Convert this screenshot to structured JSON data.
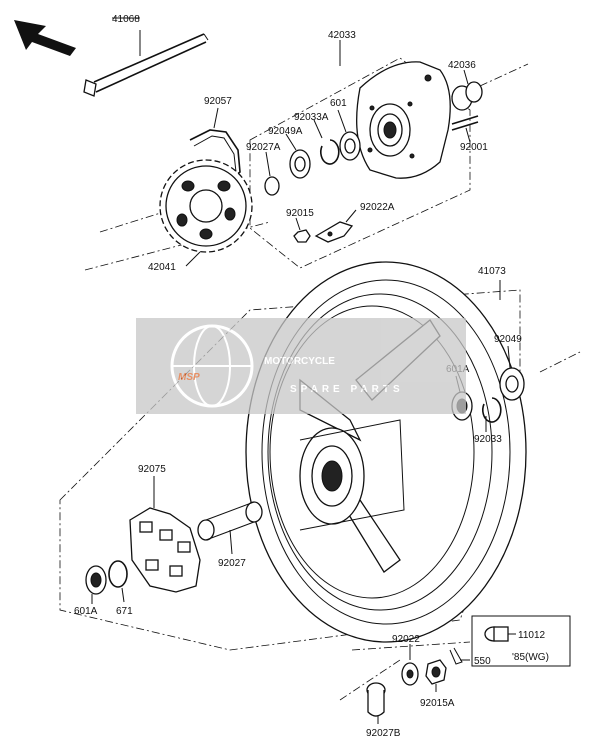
{
  "labels": {
    "p41068": "41068",
    "p42033": "42033",
    "p42036": "42036",
    "p601": "601",
    "p92057": "92057",
    "p92033A": "92033A",
    "p92049A": "92049A",
    "p92027A": "92027A",
    "p92001": "92001",
    "p92015": "92015",
    "p92022A": "92022A",
    "p42041": "42041",
    "p41073": "41073",
    "p92049": "92049",
    "p601A_top": "601A",
    "p92033": "92033",
    "p92075": "92075",
    "p92027": "92027",
    "p601A_bot": "601A",
    "p671": "671",
    "p11012": "11012",
    "p85wg": "'85(WG)",
    "p92022": "92022",
    "p550": "550",
    "p92015A": "92015A",
    "p92027B": "92027B"
  },
  "watermark": {
    "logo": "MSP",
    "line1": "MOTORCYCLE",
    "line2": "SPARE PARTS"
  },
  "colors": {
    "ink": "#111111",
    "watermark_bg": "#c8c8c8",
    "watermark_accent": "#e06a30"
  }
}
